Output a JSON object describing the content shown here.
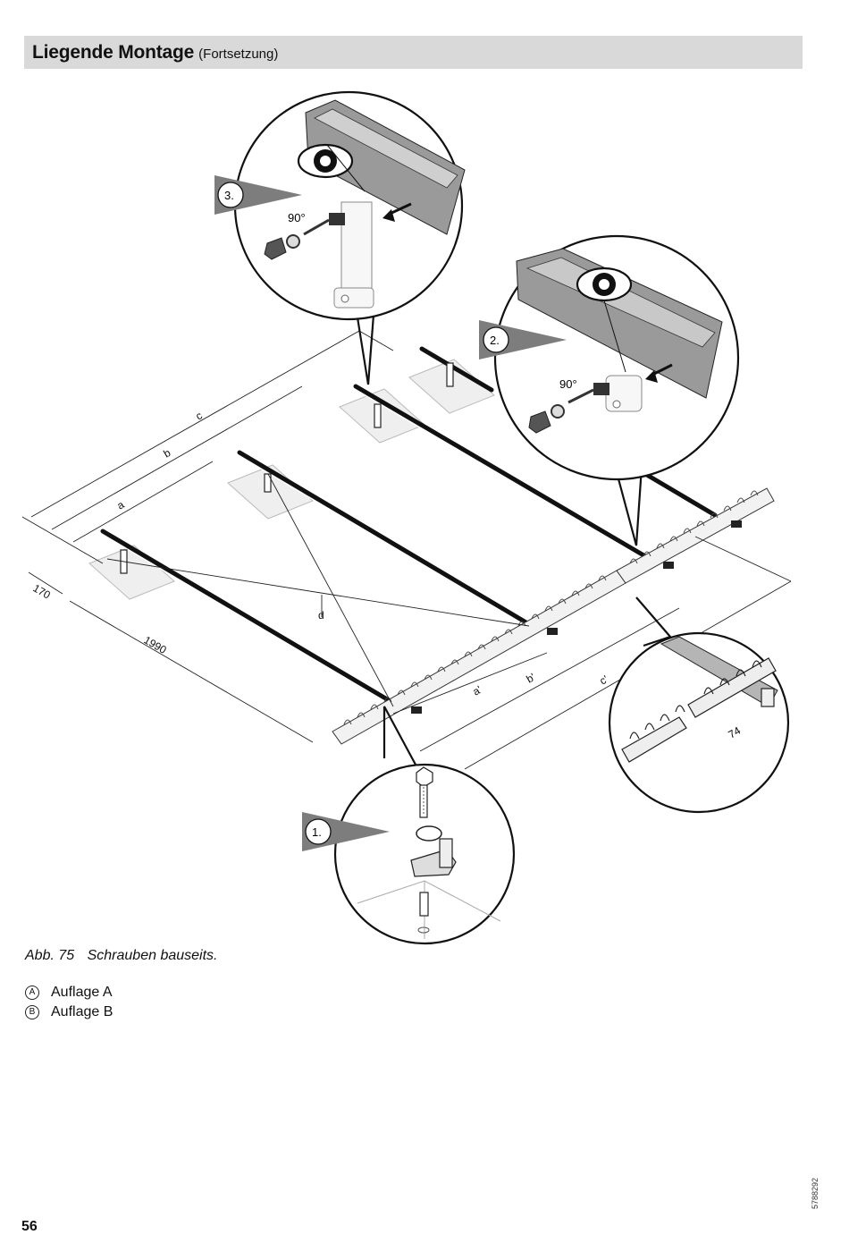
{
  "header": {
    "title": "Liegende Montage",
    "subtitle": "(Fortsetzung)"
  },
  "figure": {
    "steps": [
      "1.",
      "2.",
      "3."
    ],
    "angle_label": "90°",
    "dimensions": {
      "a": "a",
      "b": "b",
      "c": "c",
      "a_prime": "a'",
      "b_prime": "b'",
      "c_prime": "c'",
      "d": "d",
      "d170": "170",
      "d1990": "1990",
      "d74": "74"
    }
  },
  "caption": {
    "number": "Abb. 75",
    "text": "Schrauben bauseits."
  },
  "legend": [
    {
      "mark": "A",
      "label": "Auflage A"
    },
    {
      "mark": "B",
      "label": "Auflage B"
    }
  ],
  "footer": {
    "page_number": "56",
    "doc_id": "5788292"
  }
}
